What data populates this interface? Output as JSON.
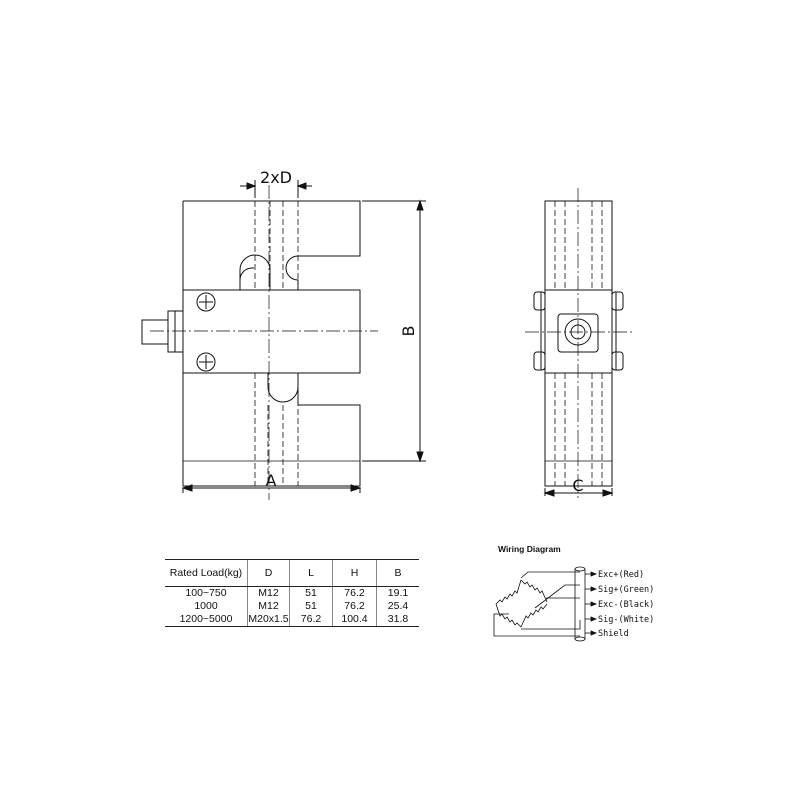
{
  "dimensions": {
    "hole_label": "2xD",
    "width_label": "A",
    "height_label": "B",
    "thickness_label": "C"
  },
  "spec_table": {
    "headers": [
      "Rated Load(kg)",
      "D",
      "L",
      "H",
      "B"
    ],
    "rows": [
      [
        "100~750",
        "M12",
        "51",
        "76.2",
        "19.1"
      ],
      [
        "1000",
        "M12",
        "51",
        "76.2",
        "25.4"
      ],
      [
        "1200~5000",
        "M20x1.5",
        "76.2",
        "100.4",
        "31.8"
      ]
    ]
  },
  "wiring_diagram": {
    "title": "Wiring Diagram",
    "wires": [
      "Exc+(Red)",
      "Sig+(Green)",
      "Exc-(Black)",
      "Sig-(White)",
      "Shield"
    ]
  }
}
